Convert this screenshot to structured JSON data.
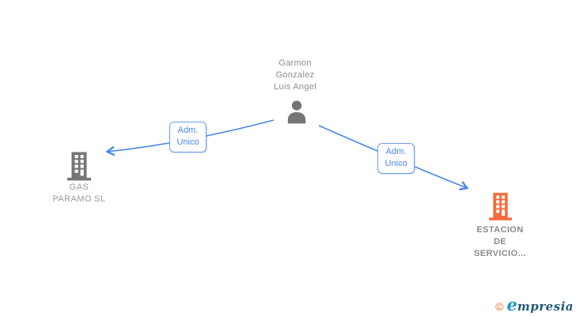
{
  "diagram": {
    "person": {
      "name_lines": [
        "Garmon",
        "Gonzalez",
        "Luis Angel"
      ],
      "icon": "person-icon"
    },
    "edges": [
      {
        "label_lines": [
          "Adm.",
          "Unico"
        ],
        "direction": "person-to-left-company"
      },
      {
        "label_lines": [
          "Adm.",
          "Unico"
        ],
        "direction": "person-to-right-company"
      }
    ],
    "companies": [
      {
        "name_lines": [
          "GAS",
          "PARAMO SL"
        ],
        "icon": "building-icon",
        "highlighted": false
      },
      {
        "name_lines": [
          "ESTACION",
          "DE",
          "SERVICIO..."
        ],
        "icon": "building-icon",
        "highlighted": true
      }
    ]
  },
  "footer": {
    "copyright_symbol": "©",
    "brand_first_letter": "e",
    "brand_rest": "mpresia"
  },
  "colors": {
    "edge_blue": "#4a86e8",
    "label_border_blue": "#6d9eeb",
    "label_text_blue": "#4a86e8",
    "person_gray": "#757575",
    "building_gray": "#757575",
    "building_orange": "#f96b3c",
    "name_text_gray": "#8d8d8d",
    "company_text_gray": "#9a9a9a",
    "highlight_text_gray": "#8a8a8a",
    "logo_orange": "#f26a2d",
    "logo_light_blue": "#2196c9",
    "logo_dark_teal": "#1d5a73"
  }
}
